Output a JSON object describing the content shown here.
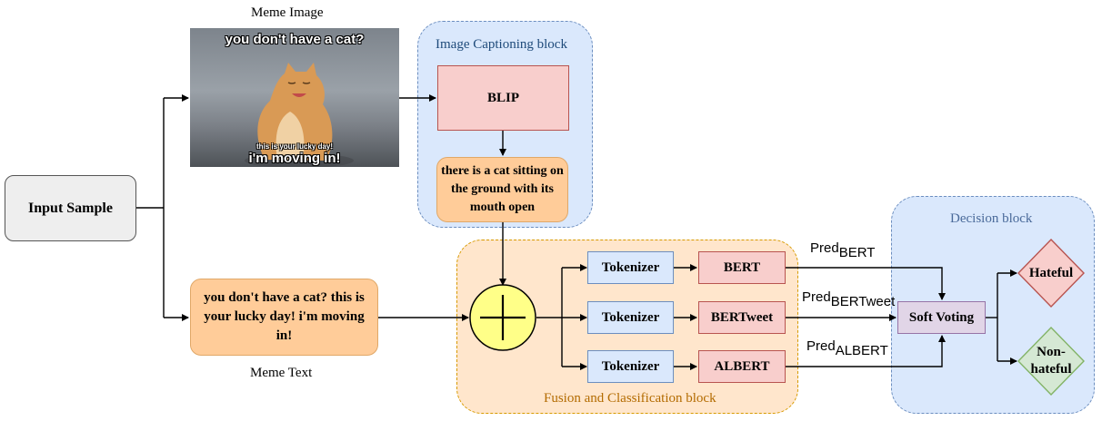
{
  "blocks": {
    "caption": "Image Captioning block",
    "fusion": "Fusion and Classification block",
    "decision": "Decision block"
  },
  "input": {
    "label": "Input Sample"
  },
  "meme_image": {
    "caption": "Meme Image",
    "top_text": "you don't have a cat?",
    "small_text": "this is your lucky day!",
    "bottom_text": "i'm moving in!"
  },
  "meme_text": {
    "caption": "Meme Text",
    "content": "you don't have a cat? this is your lucky day! i'm moving in!"
  },
  "captioning": {
    "model": "BLIP",
    "output": "there is a cat sitting on the ground with its mouth open"
  },
  "fusion": {
    "operator": "+",
    "rows": [
      {
        "tokenizer": "Tokenizer",
        "model": "BERT",
        "pred": "Pred",
        "pred_sub": "BERT"
      },
      {
        "tokenizer": "Tokenizer",
        "model": "BERTweet",
        "pred": "Pred",
        "pred_sub": "BERTweet"
      },
      {
        "tokenizer": "Tokenizer",
        "model": "ALBERT",
        "pred": "Pred",
        "pred_sub": "ALBERT"
      }
    ]
  },
  "decision": {
    "voting": "Soft Voting",
    "outputs": [
      "Hateful",
      "Non-\nhateful"
    ]
  },
  "colors": {
    "blue_fill": "#dae8fc",
    "blue_stroke": "#6c8ebf",
    "orange_fill": "#ffe6cc",
    "orange_stroke": "#d79b00",
    "red_fill": "#f8cecc",
    "red_stroke": "#b85450",
    "green_fill": "#d5e8d4",
    "green_stroke": "#82b366",
    "purple_fill": "#e1d5e7",
    "purple_stroke": "#9673a6",
    "yellow_fill": "#ffff88"
  }
}
